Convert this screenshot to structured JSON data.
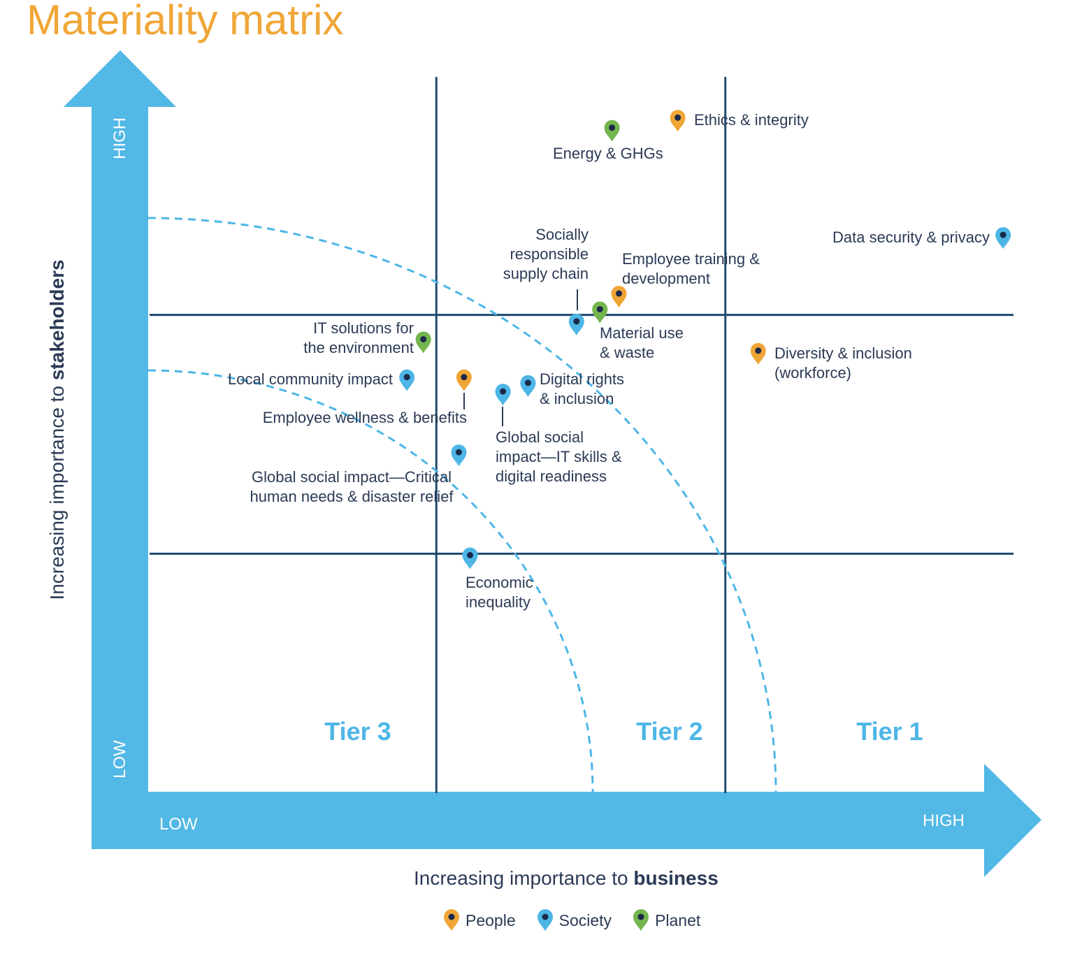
{
  "title": "Materiality matrix",
  "chart_data": {
    "type": "scatter",
    "title": "Materiality matrix",
    "xlabel_prefix": "Increasing importance to ",
    "xlabel_bold": "business",
    "ylabel_prefix": "Increasing importance to ",
    "ylabel_bold": "stakeholders",
    "x_low_label": "LOW",
    "x_high_label": "HIGH",
    "y_low_label": "LOW",
    "y_high_label": "HIGH",
    "xlim": [
      0,
      10
    ],
    "ylim": [
      0,
      10
    ],
    "grid_x": [
      3.33,
      6.67
    ],
    "grid_y": [
      3.33,
      6.67
    ],
    "tiers": [
      "Tier 3",
      "Tier 2",
      "Tier 1"
    ],
    "categories": [
      {
        "name": "People",
        "color": "#f0a637"
      },
      {
        "name": "Society",
        "color": "#4db6e6"
      },
      {
        "name": "Planet",
        "color": "#74b64e"
      }
    ],
    "points": [
      {
        "label": "Ethics & integrity",
        "category": "People",
        "x": 6.12,
        "y": 9.43
      },
      {
        "label": "Energy & GHGs",
        "category": "Planet",
        "x": 5.36,
        "y": 9.29
      },
      {
        "label": "Data security & privacy",
        "category": "Society",
        "x": 9.88,
        "y": 7.79
      },
      {
        "label": "Employee training &\ndevelopment",
        "category": "People",
        "x": 5.44,
        "y": 6.97
      },
      {
        "label": "Material use\n& waste",
        "category": "Planet",
        "x": 5.22,
        "y": 6.75
      },
      {
        "label": "Socially\nresponsible\nsupply chain",
        "category": "Society",
        "x": 4.95,
        "y": 6.58
      },
      {
        "label": "IT solutions for\nthe environment",
        "category": "Planet",
        "x": 3.18,
        "y": 6.33
      },
      {
        "label": "Diversity & inclusion\n(workforce)",
        "category": "People",
        "x": 7.05,
        "y": 6.17
      },
      {
        "label": "Local community impact",
        "category": "Society",
        "x": 2.99,
        "y": 5.8
      },
      {
        "label": "Employee wellness & benefits",
        "category": "People",
        "x": 3.65,
        "y": 5.8
      },
      {
        "label": "Digital rights\n& inclusion",
        "category": "Society",
        "x": 4.39,
        "y": 5.72
      },
      {
        "label": "Global social\nimpact—IT skills &\ndigital readiness",
        "category": "Society",
        "x": 4.1,
        "y": 5.6
      },
      {
        "label": "Global social impact—Critical\nhuman needs & disaster relief",
        "category": "Society",
        "x": 3.59,
        "y": 4.75
      },
      {
        "label": "Economic\ninequality",
        "category": "Society",
        "x": 3.72,
        "y": 3.31
      }
    ]
  },
  "colors": {
    "axis": "#52b8e5",
    "grid": "#1f4a6e",
    "text": "#2b3a55",
    "dot": "#1b2a4a"
  }
}
